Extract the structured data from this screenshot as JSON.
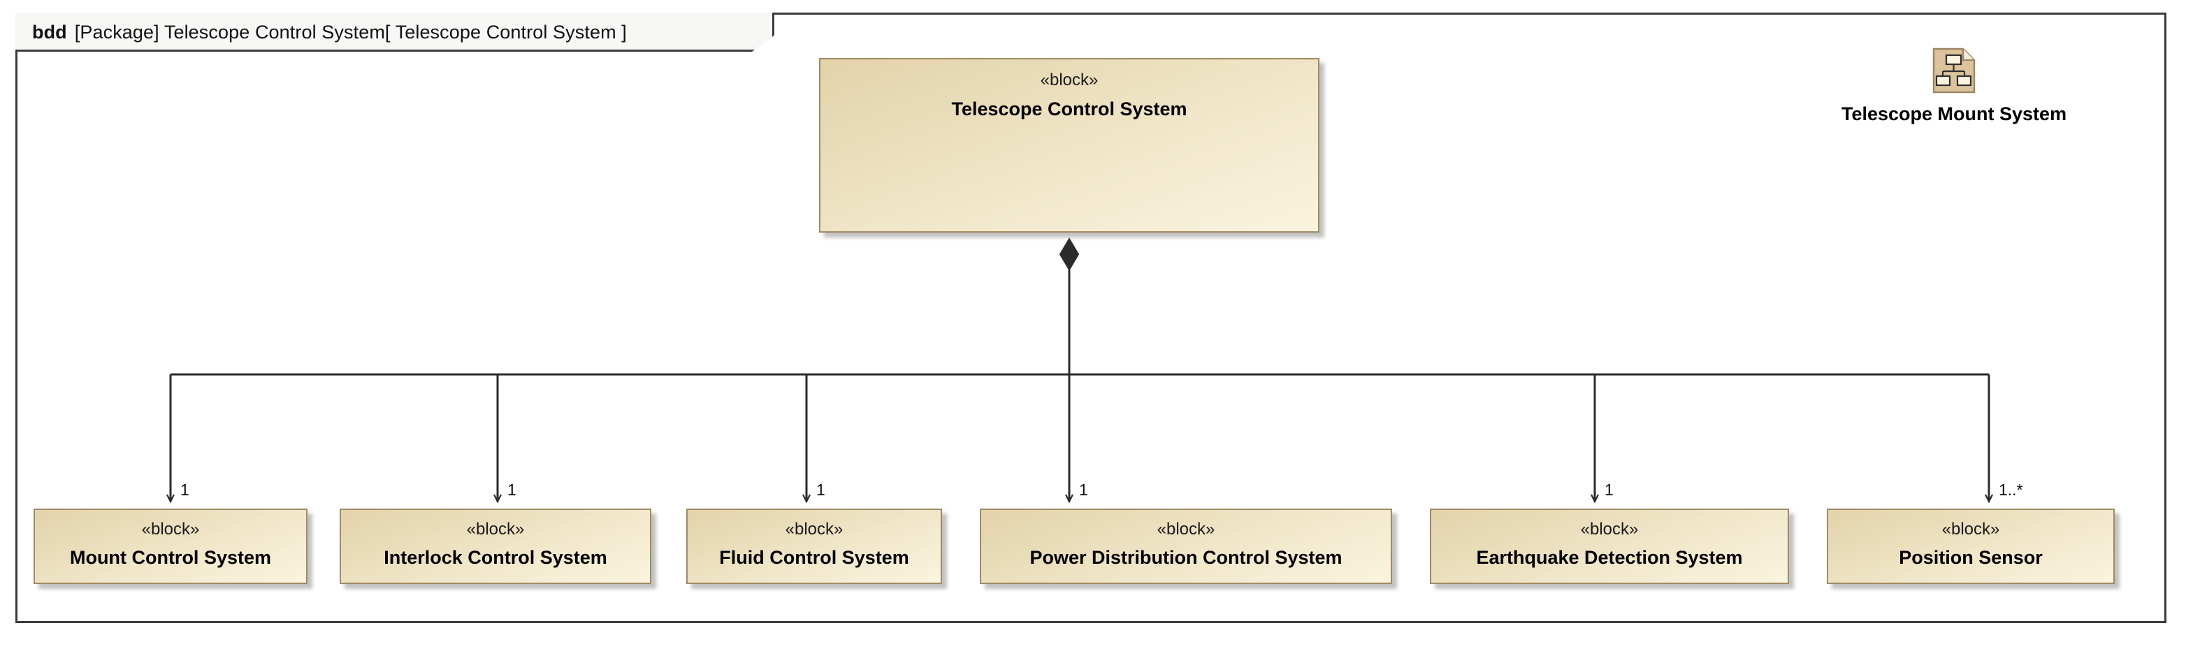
{
  "diagram": {
    "kind": "bdd",
    "header_rest": "[Package] Telescope Control System[ Telescope Control System ]",
    "frame_border_color": "#3b3b3b",
    "block_border_color": "#a08a63",
    "block_fill_start": "#e3d3ab",
    "block_fill_end": "#faf4de",
    "line_color": "#2b2b2b"
  },
  "root_block": {
    "stereotype": "«block»",
    "name": "Telescope Control System"
  },
  "package_node": {
    "icon": "diagram-tree-icon",
    "label": "Telescope Mount System"
  },
  "leaf_blocks": [
    {
      "stereotype": "«block»",
      "name": "Mount Control System",
      "multiplicity": "1"
    },
    {
      "stereotype": "«block»",
      "name": "Interlock Control System",
      "multiplicity": "1"
    },
    {
      "stereotype": "«block»",
      "name": "Fluid Control System",
      "multiplicity": "1"
    },
    {
      "stereotype": "«block»",
      "name": "Power Distribution Control System",
      "multiplicity": "1"
    },
    {
      "stereotype": "«block»",
      "name": "Earthquake Detection System",
      "multiplicity": "1"
    },
    {
      "stereotype": "«block»",
      "name": "Position Sensor",
      "multiplicity": "1..*"
    }
  ]
}
